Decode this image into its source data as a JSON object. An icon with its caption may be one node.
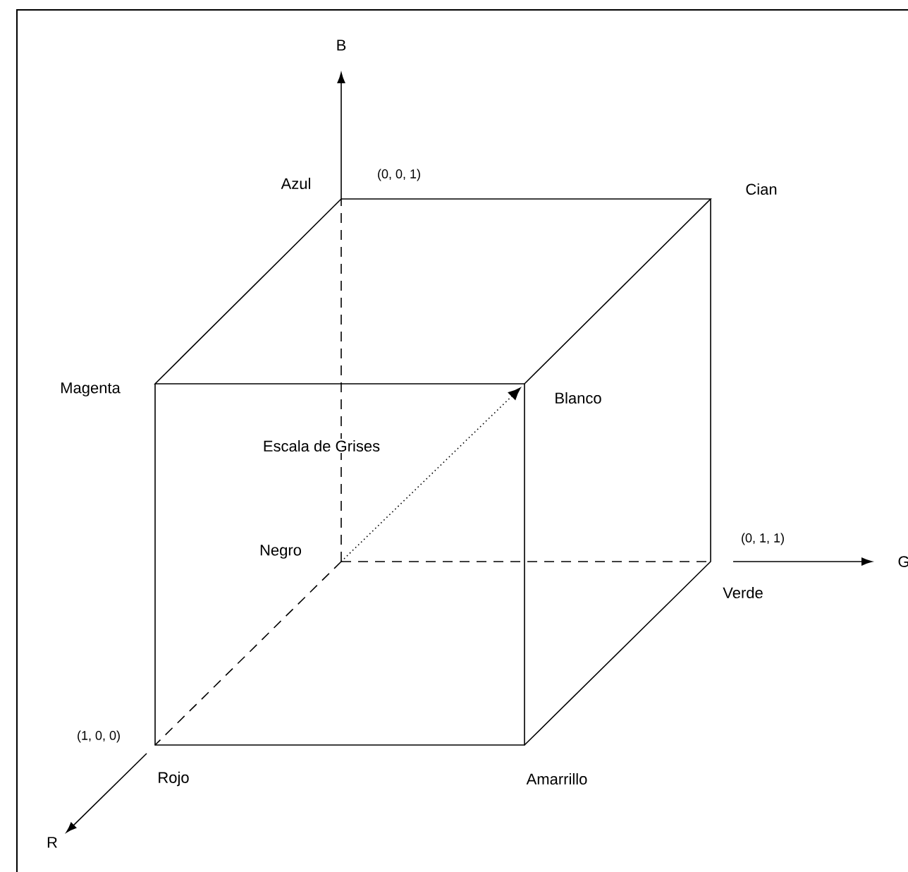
{
  "diagram": {
    "labels": [
      "B",
      "Azul",
      "(0, 0, 1)",
      "Cian",
      "Magenta",
      "Blanco",
      "Escala de Grises",
      "Negro",
      "(0, 1, 1)",
      "G",
      "Verde",
      "(1, 0, 0)",
      "Rojo",
      "Amarrillo",
      "R"
    ]
  }
}
